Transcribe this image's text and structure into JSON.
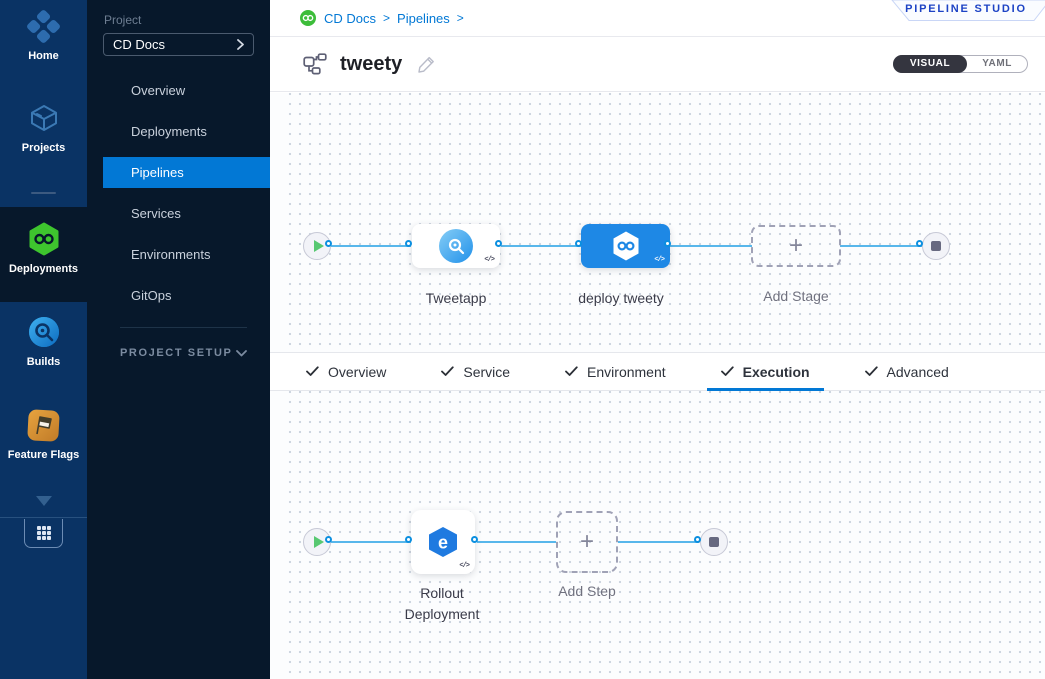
{
  "colors": {
    "accent_blue": "#0278d5",
    "stage_node_blue": "#1e88e5",
    "wire_blue": "#58b7eb",
    "rail_bg": "#0a3364",
    "panel_bg": "#07182b",
    "success_green": "#3dbd3a",
    "badge_text_blue": "#1d43c5"
  },
  "left_rail": {
    "items": [
      {
        "label": "Home",
        "icon": "home-icon",
        "active": false
      },
      {
        "label": "Projects",
        "icon": "projects-icon",
        "active": false
      },
      {
        "label": "Deployments",
        "icon": "deployments-icon",
        "active": true
      },
      {
        "label": "Builds",
        "icon": "builds-icon",
        "active": false
      },
      {
        "label": "Feature Flags",
        "icon": "feature-flags-icon",
        "active": false
      }
    ]
  },
  "sidebar": {
    "project_label": "Project",
    "project_name": "CD Docs",
    "menu": [
      "Overview",
      "Deployments",
      "Pipelines",
      "Services",
      "Environments",
      "GitOps"
    ],
    "selected_item": "Pipelines",
    "setup_label": "PROJECT SETUP"
  },
  "header": {
    "breadcrumb": {
      "crumb1": "CD Docs",
      "crumb2": "Pipelines",
      "sep": ">"
    },
    "studio_badge": "PIPELINE STUDIO"
  },
  "titlebar": {
    "pipeline_name": "tweety",
    "visual_label": "VISUAL",
    "yaml_label": "YAML",
    "selected_view": "VISUAL"
  },
  "stage_canvas": {
    "stages": [
      {
        "name": "Tweetapp",
        "type": "build"
      },
      {
        "name": "deploy tweety",
        "type": "deploy",
        "selected": true
      }
    ],
    "add_stage_label": "Add Stage",
    "plus": "+",
    "code_chip": "</>"
  },
  "tabs": {
    "items": [
      {
        "label": "Overview",
        "checked": true,
        "active": false
      },
      {
        "label": "Service",
        "checked": true,
        "active": false
      },
      {
        "label": "Environment",
        "checked": true,
        "active": false
      },
      {
        "label": "Execution",
        "checked": true,
        "active": true
      },
      {
        "label": "Advanced",
        "checked": true,
        "active": false
      }
    ]
  },
  "execution_canvas": {
    "steps": [
      {
        "name": "Rollout Deployment",
        "type": "rollout"
      }
    ],
    "add_step_label": "Add Step",
    "plus": "+",
    "code_chip": "</>"
  }
}
